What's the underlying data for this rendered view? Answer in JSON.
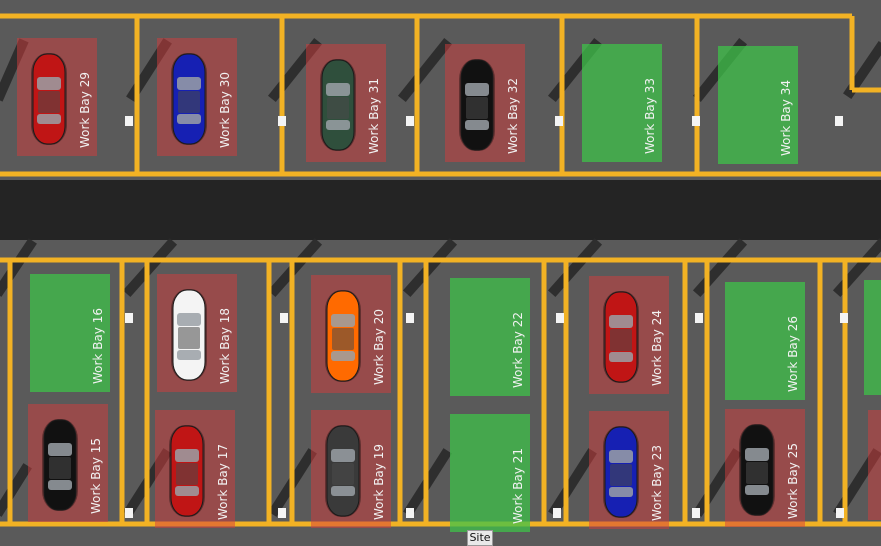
{
  "colors": {
    "asphalt": "#5a5a5a",
    "road": "#242424",
    "line": "#f2b224",
    "occupied": "#d43b3b",
    "available": "#3fc24a"
  },
  "bays": [
    {
      "label": "Work Bay 29",
      "status": "occupied",
      "car_color": "#c01515"
    },
    {
      "label": "Work Bay 30",
      "status": "occupied",
      "car_color": "#1620b3"
    },
    {
      "label": "Work Bay 31",
      "status": "occupied",
      "car_color": "#2f4f3c"
    },
    {
      "label": "Work Bay 32",
      "status": "occupied",
      "car_color": "#111111"
    },
    {
      "label": "Work Bay 33",
      "status": "available",
      "car_color": null
    },
    {
      "label": "Work Bay 34",
      "status": "available",
      "car_color": null
    },
    {
      "label": "Work Bay 16",
      "status": "available",
      "car_color": null
    },
    {
      "label": "Work Bay 15",
      "status": "occupied",
      "car_color": "#111111"
    },
    {
      "label": "Work Bay 18",
      "status": "occupied",
      "car_color": "#f4f4f4"
    },
    {
      "label": "Work Bay 17",
      "status": "occupied",
      "car_color": "#c01515"
    },
    {
      "label": "Work Bay 20",
      "status": "occupied",
      "car_color": "#ff6a00"
    },
    {
      "label": "Work Bay 19",
      "status": "occupied",
      "car_color": "#3a3a3a"
    },
    {
      "label": "Work Bay 22",
      "status": "available",
      "car_color": null
    },
    {
      "label": "Work Bay 21",
      "status": "available",
      "car_color": null
    },
    {
      "label": "Work Bay 24",
      "status": "occupied",
      "car_color": "#c01515"
    },
    {
      "label": "Work Bay 23",
      "status": "occupied",
      "car_color": "#1620b3"
    },
    {
      "label": "Work Bay 26",
      "status": "available",
      "car_color": null
    },
    {
      "label": "Work Bay 25",
      "status": "occupied",
      "car_color": "#111111"
    }
  ],
  "site_tab": {
    "label": "Site"
  }
}
